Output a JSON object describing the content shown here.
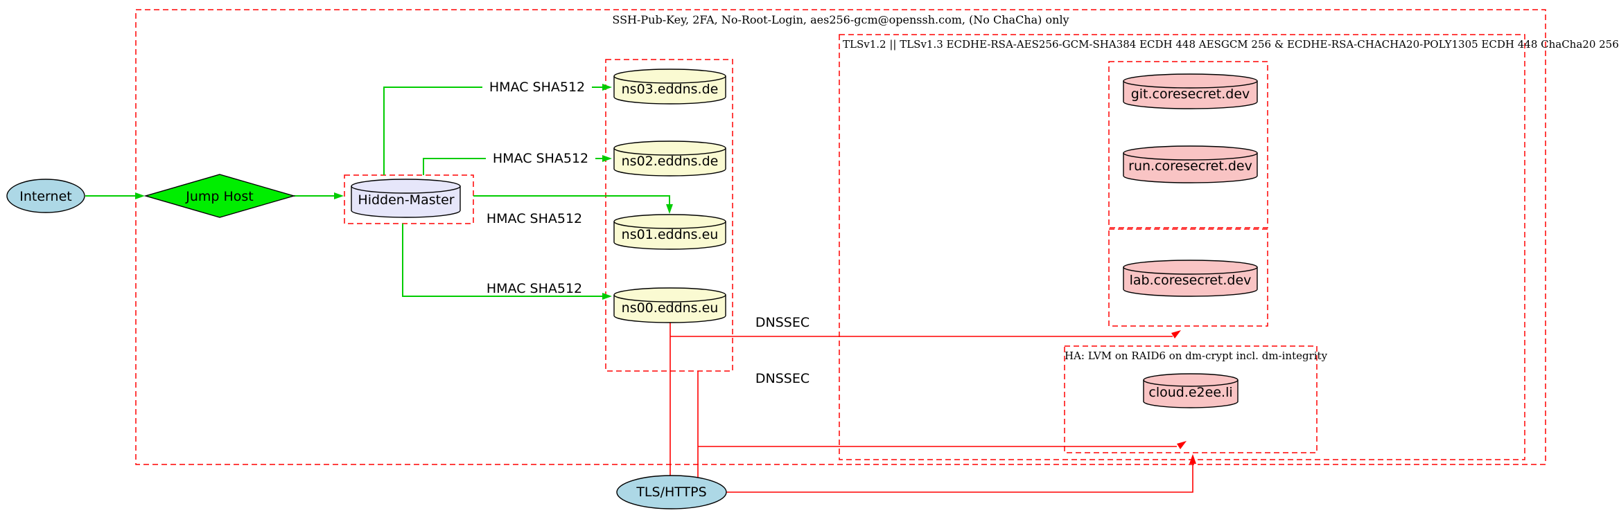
{
  "nodes": {
    "internet": "Internet",
    "jump_host": "Jump Host",
    "hidden_master": "Hidden-Master",
    "ns03": "ns03.eddns.de",
    "ns02": "ns02.eddns.de",
    "ns01": "ns01.eddns.eu",
    "ns00": "ns00.eddns.eu",
    "git": "git.coresecret.dev",
    "run": "run.coresecret.dev",
    "lab": "lab.coresecret.dev",
    "cloud": "cloud.e2ee.li",
    "tls": "TLS/HTTPS"
  },
  "clusters": {
    "ssh_policy": "SSH-Pub-Key, 2FA, No-Root-Login, aes256-gcm@openssh.com, (No ChaCha) only",
    "tls_policy": "TLSv1.2 || TLSv1.3 ECDHE-RSA-AES256-GCM-SHA384 ECDH 448 AESGCM 256 & ECDHE-RSA-CHACHA20-POLY1305 ECDH 448 ChaCha20 256",
    "ha_policy": "HA: LVM on RAID6 on dm-crypt incl. dm-integrity"
  },
  "edge_labels": {
    "hmac": "HMAC SHA512",
    "dnssec": "DNSSEC"
  },
  "colors": {
    "secure_green": "#00cc00",
    "jump_fill": "#00ee00",
    "alert_red": "#ff0000",
    "internet_fill": "#add8e6",
    "master_fill": "#e6e6fa",
    "dns_fill": "#fafad2",
    "web_fill": "#f9c4c4"
  }
}
